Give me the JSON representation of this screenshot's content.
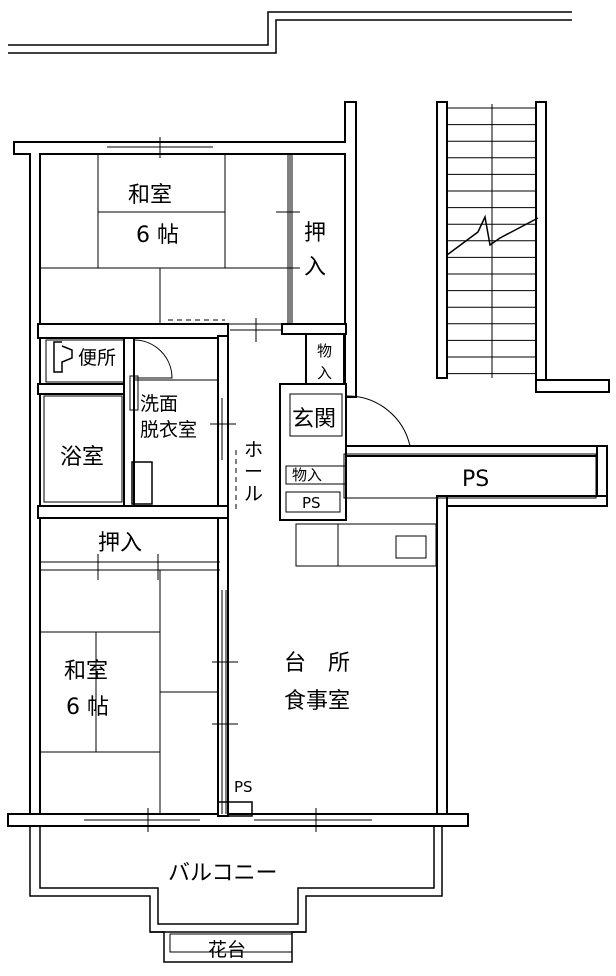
{
  "rooms": {
    "washitsu_top": [
      "和室",
      "6 帖"
    ],
    "oshiire_top": [
      "押",
      "入"
    ],
    "mono_top": [
      "物",
      "入"
    ],
    "benjo": "便所",
    "senmen": [
      "洗面",
      "脱衣室"
    ],
    "yokushitsu": "浴室",
    "hall": [
      "ホ",
      "ー",
      "ル"
    ],
    "genkan": "玄関",
    "mono_small": "物入",
    "ps_small": "PS",
    "ps_large": "PS",
    "oshiire_left": "押入",
    "washitsu_left": [
      "和室",
      "6 帖"
    ],
    "kitchen": [
      "台　所",
      "食事室"
    ],
    "ps_bottom": "PS",
    "balcony": "バルコニー",
    "kadai": "花台"
  }
}
